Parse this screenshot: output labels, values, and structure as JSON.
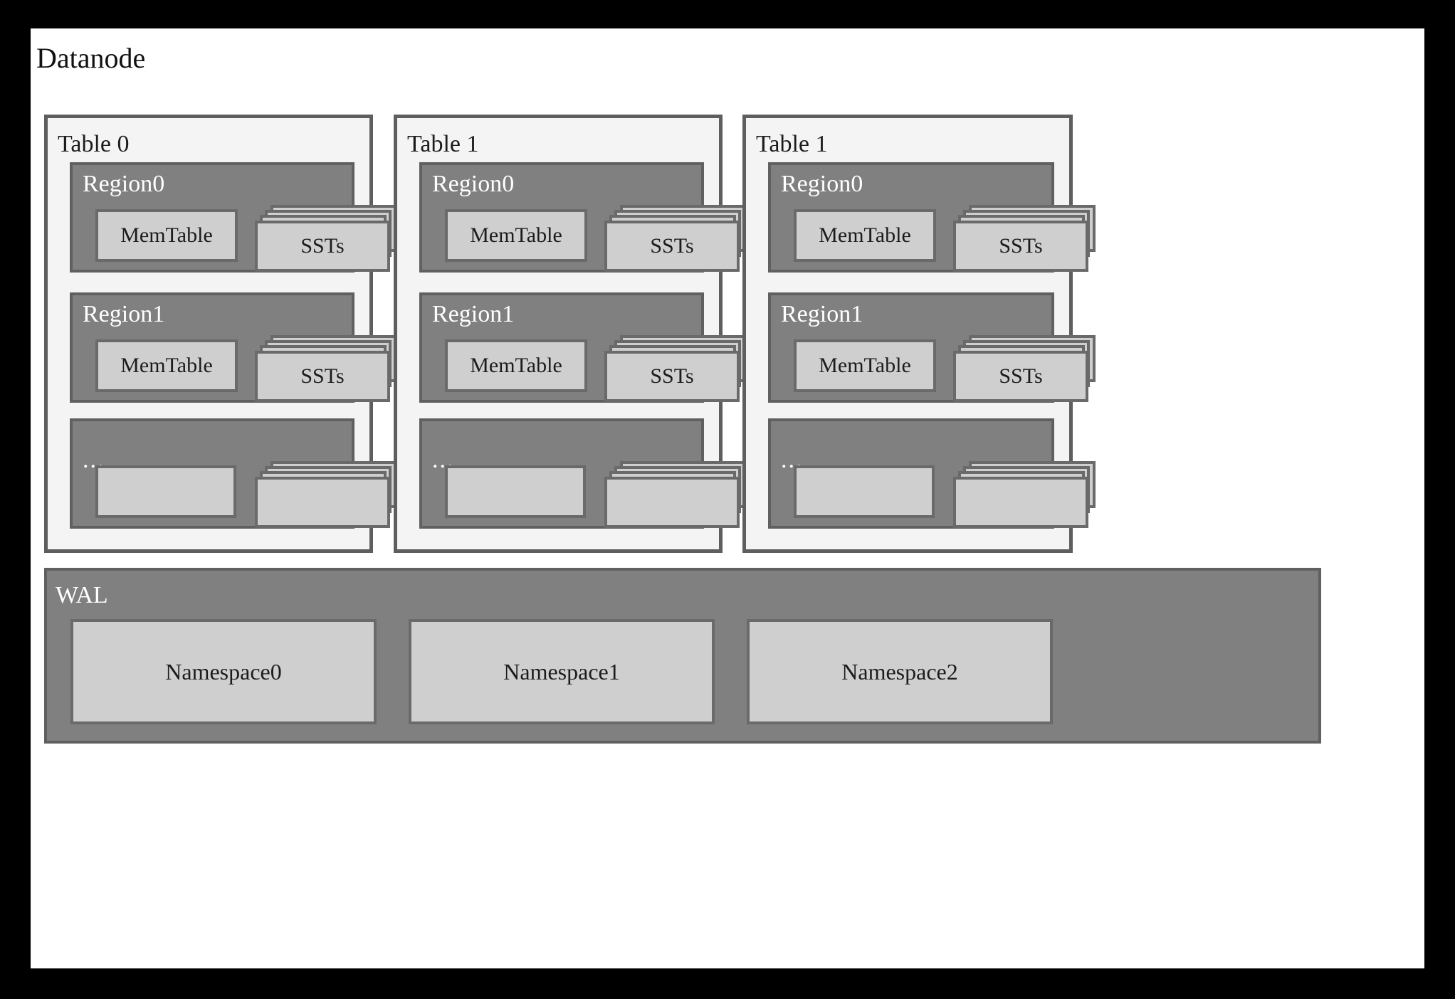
{
  "diagram": {
    "title": "Datanode",
    "background_color": "#ffffff",
    "frame_color": "#000000",
    "colors": {
      "table_bg": "#f4f4f4",
      "table_border": "#5e5e5e",
      "region_bg": "#808080",
      "region_border": "#606060",
      "leaf_bg": "#cfcfcf",
      "leaf_border": "#6a6a6a",
      "light_text": "#ffffff",
      "dark_text": "#1c1c1c"
    }
  },
  "tables": [
    {
      "label": "Table 0",
      "regions": [
        {
          "label": "Region0",
          "memtable": "MemTable",
          "ssts": "SSTs"
        },
        {
          "label": "Region1",
          "memtable": "MemTable",
          "ssts": "SSTs"
        },
        {
          "label": "...",
          "memtable": "",
          "ssts": ""
        }
      ]
    },
    {
      "label": "Table 1",
      "regions": [
        {
          "label": "Region0",
          "memtable": "MemTable",
          "ssts": "SSTs"
        },
        {
          "label": "Region1",
          "memtable": "MemTable",
          "ssts": "SSTs"
        },
        {
          "label": "...",
          "memtable": "",
          "ssts": ""
        }
      ]
    },
    {
      "label": "Table 1",
      "regions": [
        {
          "label": "Region0",
          "memtable": "MemTable",
          "ssts": "SSTs"
        },
        {
          "label": "Region1",
          "memtable": "MemTable",
          "ssts": "SSTs"
        },
        {
          "label": "...",
          "memtable": "",
          "ssts": ""
        }
      ]
    }
  ],
  "wal": {
    "label": "WAL",
    "namespaces": [
      "Namespace0",
      "Namespace1",
      "Namespace2"
    ]
  }
}
